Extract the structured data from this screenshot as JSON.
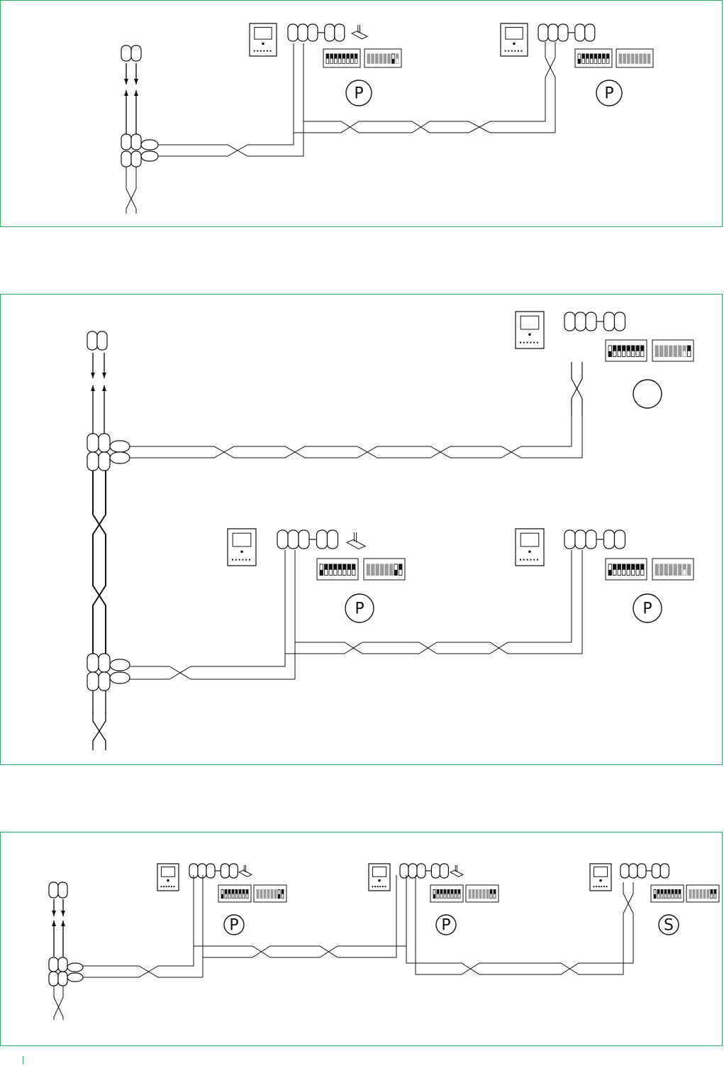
{
  "colors": {
    "border": "#3aa66a",
    "line": "#111111",
    "dip_dark": "#111111",
    "dip_grey": "#9a9a9a",
    "background": "#ffffff"
  },
  "icons": [
    "monitor-icon",
    "terminal-block-icon",
    "dip-switch-icon",
    "jumper-plug-icon",
    "twisted-pair-icon",
    "arrow-down-icon",
    "arrow-up-icon"
  ],
  "diagram_1": {
    "labels": [
      "P",
      "P"
    ]
  },
  "diagram_2": {
    "labels": [
      "",
      "P",
      "P"
    ]
  },
  "diagram_3": {
    "labels": [
      "P",
      "P",
      "S"
    ]
  }
}
